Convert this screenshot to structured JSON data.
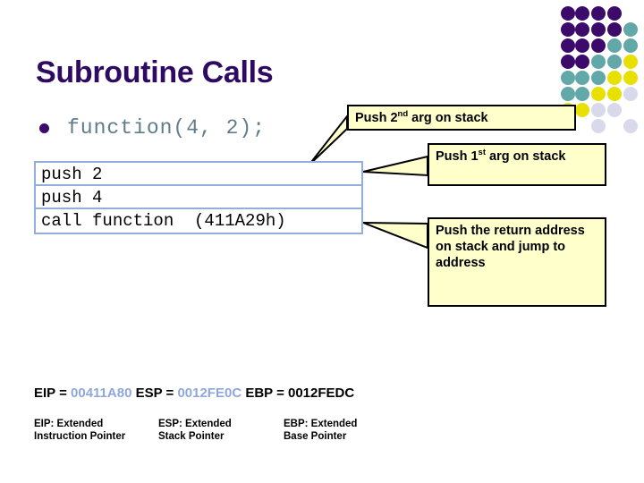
{
  "slide": {
    "title": "Subroutine Calls",
    "background_color": "#ffffff",
    "title_color": "#2E0A63"
  },
  "bullet": {
    "marker": "bullet-dot",
    "code": "function(4, 2);",
    "text_color": "#5F7C8C",
    "marker_color": "#3B0A6B"
  },
  "code_table": {
    "border_color": "#93AEDC",
    "rows": [
      {
        "text": "push 2"
      },
      {
        "text": "push 4"
      },
      {
        "text": "call function  (411A29h)"
      }
    ]
  },
  "callouts": [
    {
      "id": "push-2nd-arg",
      "prefix": "Push 2",
      "sup": "nd",
      "suffix": " arg on stack",
      "fill": "#FFFFCC",
      "border": "#000000"
    },
    {
      "id": "push-1st-arg",
      "prefix": "Push 1",
      "sup": "st",
      "suffix": " arg on stack",
      "fill": "#FFFFCC",
      "border": "#000000"
    },
    {
      "id": "push-return-address",
      "text": "Push the return address on stack and jump to address",
      "fill": "#FFFFCC",
      "border": "#000000"
    }
  ],
  "registers": {
    "eip_label": "EIP = ",
    "eip_value": "00411A80",
    "esp_label": " ESP = ",
    "esp_value": "0012FE0C",
    "ebp_label": " EBP = ",
    "ebp_value": "0012FEDC",
    "highlight_color": "#8FA7DC"
  },
  "legend": [
    {
      "line1": "EIP: Extended",
      "line2": "Instruction Pointer"
    },
    {
      "line1": "ESP: Extended",
      "line2": "Stack Pointer"
    },
    {
      "line1": "EBP: Extended",
      "line2": "Base Pointer"
    }
  ],
  "decoration": {
    "name": "dot-grid",
    "colors": {
      "purple": "#3B0A6B",
      "teal": "#62A8A8",
      "yellow": "#E8E000",
      "lavender": "#D9D9EC"
    }
  }
}
